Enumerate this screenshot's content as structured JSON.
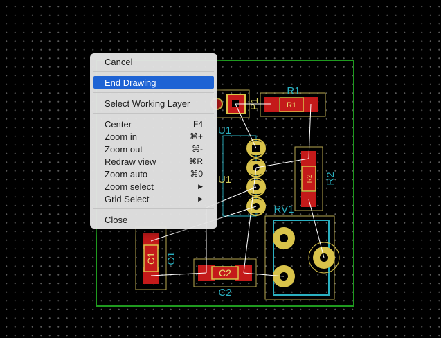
{
  "board": {
    "refs": [
      "R1",
      "R1",
      "P1",
      "U1",
      "U1",
      "R2",
      "R2",
      "RV1",
      "C1",
      "C1",
      "C2",
      "C2"
    ]
  },
  "colors": {
    "edge": "#1f9a1f",
    "pad": "#c41a1a",
    "pad_outline": "#d9c34a",
    "silk_yellow": "#d6d060",
    "silk_cyan": "#2ab0c0",
    "ratsnest": "#ffffff",
    "menu_highlight": "#1e63d4"
  },
  "menu": {
    "items": [
      {
        "label": "Cancel",
        "shortcut": "",
        "submenu": false,
        "selected": false
      },
      {
        "label": "End Drawing",
        "shortcut": "",
        "submenu": false,
        "selected": true
      },
      {
        "label": "Select Working Layer",
        "shortcut": "",
        "submenu": false,
        "selected": false
      },
      {
        "label": "Center",
        "shortcut": "F4",
        "submenu": false,
        "selected": false
      },
      {
        "label": "Zoom in",
        "shortcut": "⌘+",
        "submenu": false,
        "selected": false
      },
      {
        "label": "Zoom out",
        "shortcut": "⌘-",
        "submenu": false,
        "selected": false
      },
      {
        "label": "Redraw view",
        "shortcut": "⌘R",
        "submenu": false,
        "selected": false
      },
      {
        "label": "Zoom auto",
        "shortcut": "⌘0",
        "submenu": false,
        "selected": false
      },
      {
        "label": "Zoom select",
        "shortcut": "",
        "submenu": true,
        "selected": false
      },
      {
        "label": "Grid Select",
        "shortcut": "",
        "submenu": true,
        "selected": false
      },
      {
        "label": "Close",
        "shortcut": "",
        "submenu": false,
        "selected": false
      }
    ]
  }
}
